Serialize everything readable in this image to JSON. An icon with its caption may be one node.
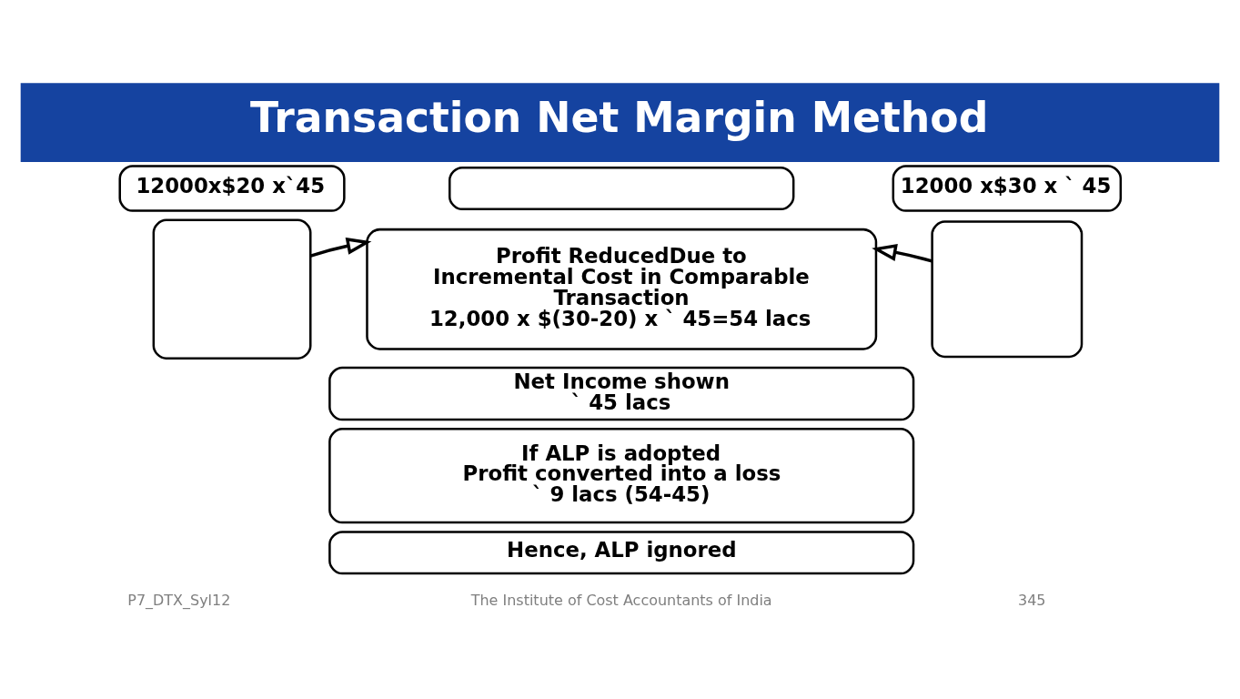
{
  "diagram": {
    "title": "Transaction Net Margin Method",
    "nodes": [
      {
        "text": [
          "12000x$20 x`45"
        ]
      },
      {
        "text": [],
        "shape": "box"
      },
      {
        "text": [
          "12000 x$30 x ` 45"
        ]
      },
      {
        "text": [],
        "shape": "box"
      },
      {
        "text": [
          "Profit ReducedDue to Incremental Cost in Comparable Transaction",
          "12,000 x $(30-20) x ` 45=54 lacs"
        ]
      },
      {
        "text": [],
        "shape": "box"
      },
      {
        "text": [
          "Net Income shown",
          "` 45 lacs"
        ]
      },
      {
        "text": [
          "If ALP is adopted",
          "Profit converted into a loss",
          "` 9 lacs (54-45)"
        ]
      },
      {
        "text": [
          "Hence, ALP ignored"
        ]
      }
    ],
    "edges": [
      {
        "from": 3,
        "to": 4,
        "arrow": "to"
      },
      {
        "from": 5,
        "to": 4,
        "arrow": "to"
      }
    ],
    "labels": [
      "P7_DTX_Syl12",
      "The Institute of Cost Accountants of India",
      "345"
    ]
  }
}
